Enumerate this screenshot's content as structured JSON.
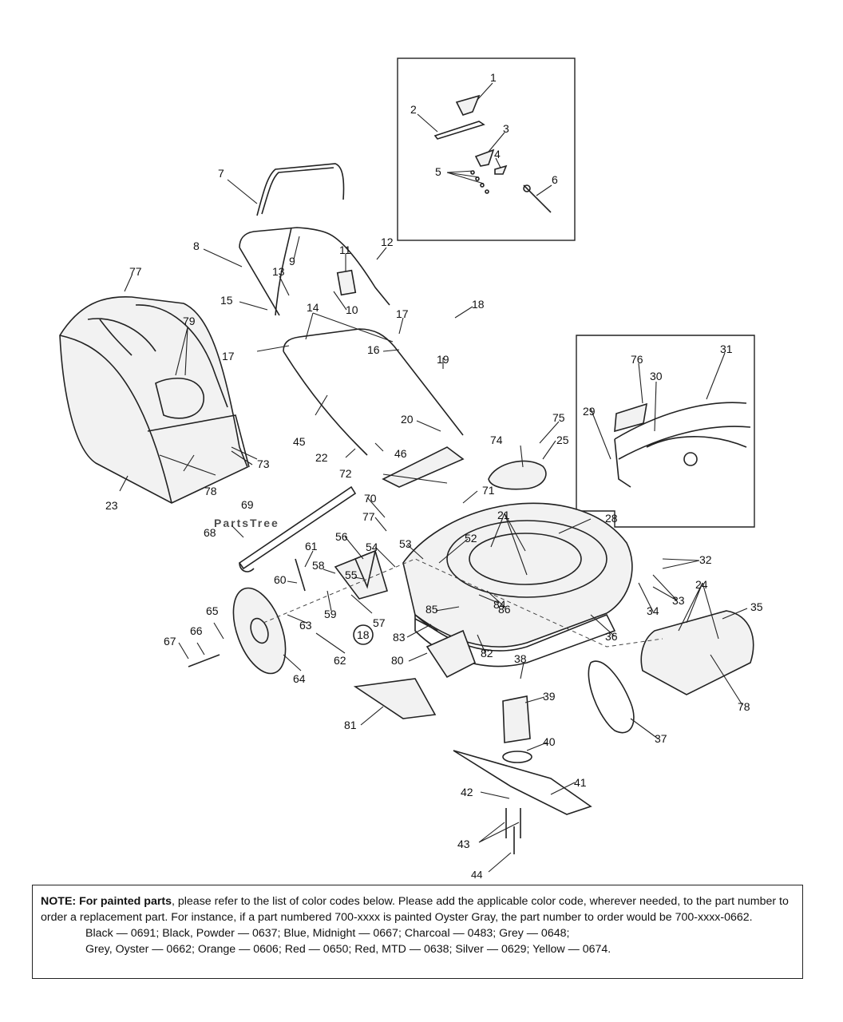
{
  "watermark": "PartsTree",
  "callouts": [
    "1",
    "2",
    "3",
    "4",
    "5",
    "6",
    "7",
    "8",
    "9",
    "10",
    "11",
    "12",
    "13",
    "14",
    "15",
    "16",
    "17",
    "17",
    "18",
    "19",
    "20",
    "21",
    "22",
    "23",
    "24",
    "25",
    "28",
    "29",
    "30",
    "31",
    "32",
    "33",
    "34",
    "35",
    "36",
    "37",
    "38",
    "39",
    "40",
    "41",
    "42",
    "43",
    "44",
    "45",
    "46",
    "52",
    "53",
    "54",
    "55",
    "56",
    "57",
    "58",
    "59",
    "60",
    "61",
    "62",
    "63",
    "64",
    "65",
    "66",
    "67",
    "68",
    "69",
    "70",
    "71",
    "72",
    "73",
    "74",
    "75",
    "76",
    "77",
    "77",
    "78",
    "78",
    "79",
    "80",
    "81",
    "82",
    "83",
    "84",
    "85",
    "86",
    "18"
  ],
  "note": {
    "lead": "NOTE:",
    "bold_phrase": "For painted parts",
    "text": ", please refer to the list of color codes below.  Please add the applicable color code, wherever needed, to the part number to order a replacement part.  For instance, if a part numbered 700-xxxx is painted Oyster Gray, the part number to order would be 700-xxxx-0662.",
    "colors_line1": "Black — 0691; Black, Powder — 0637; Blue, Midnight — 0667; Charcoal — 0483; Grey — 0648;",
    "colors_line2": "Grey, Oyster — 0662; Orange — 0606; Red — 0650; Red, MTD — 0638; Silver — 0629; Yellow — 0674."
  }
}
